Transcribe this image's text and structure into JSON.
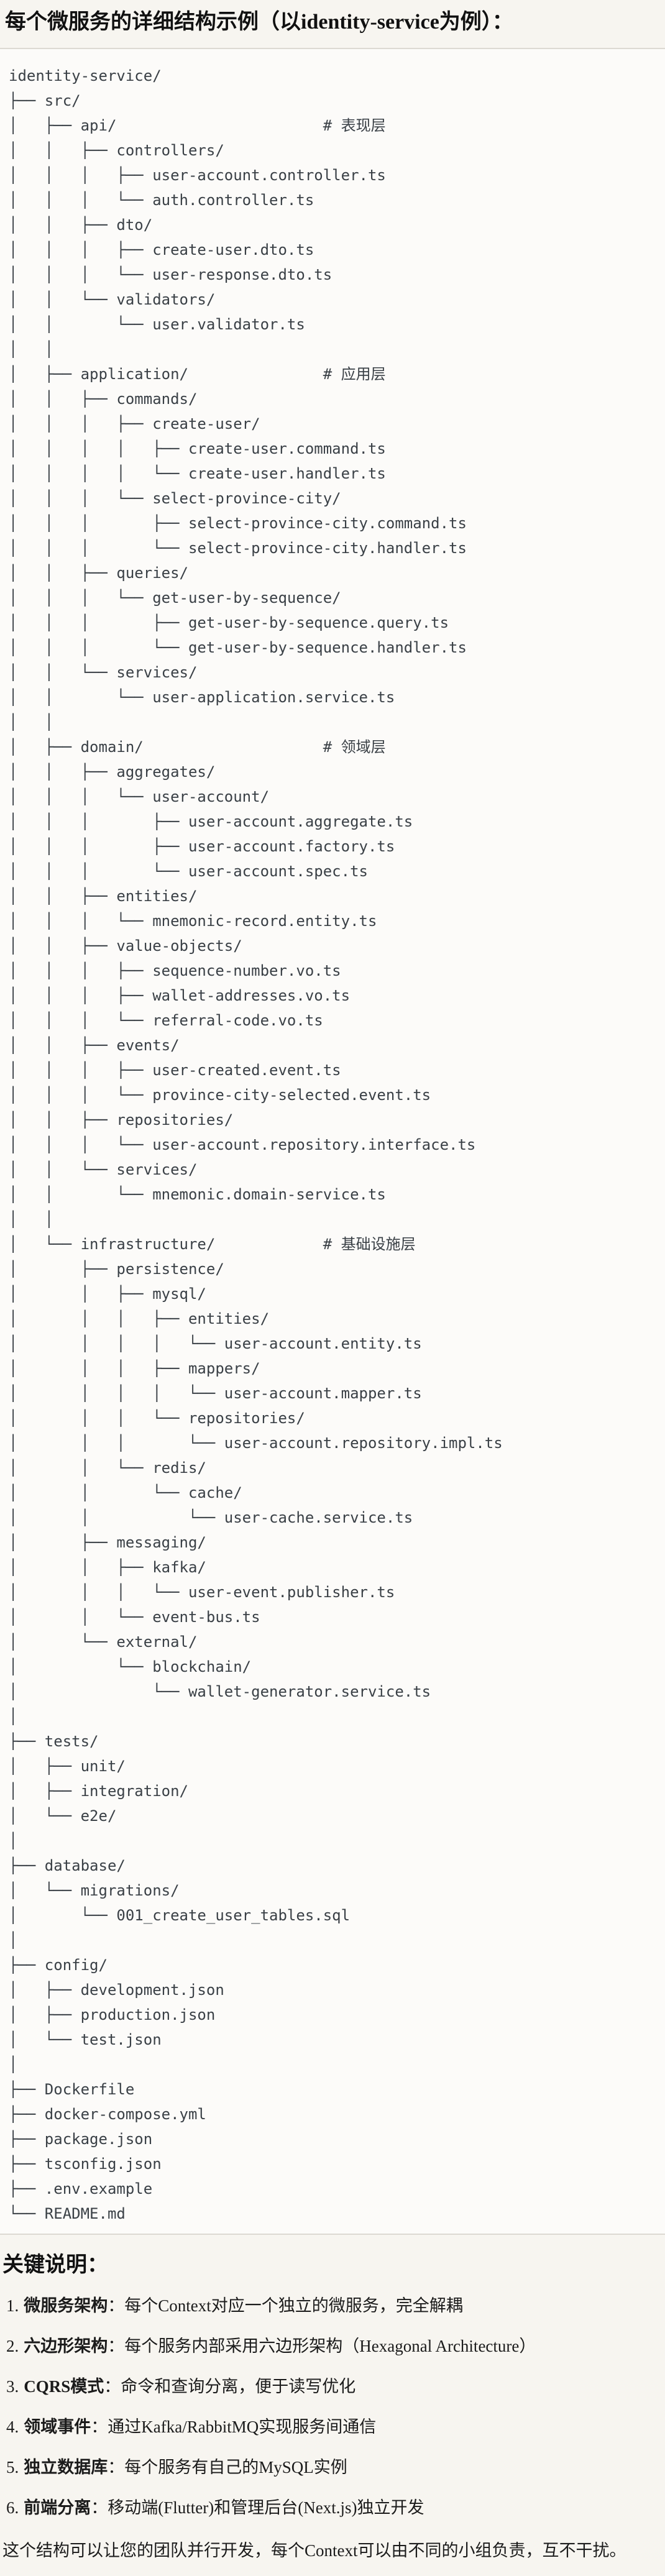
{
  "title": "每个微服务的详细结构示例（以identity-service为例）：",
  "code_tree": {
    "lines": [
      "identity-service/",
      "├── src/",
      "│   ├── api/                       # 表现层",
      "│   │   ├── controllers/",
      "│   │   │   ├── user-account.controller.ts",
      "│   │   │   └── auth.controller.ts",
      "│   │   ├── dto/",
      "│   │   │   ├── create-user.dto.ts",
      "│   │   │   └── user-response.dto.ts",
      "│   │   └── validators/",
      "│   │       └── user.validator.ts",
      "│   │",
      "│   ├── application/               # 应用层",
      "│   │   ├── commands/",
      "│   │   │   ├── create-user/",
      "│   │   │   │   ├── create-user.command.ts",
      "│   │   │   │   └── create-user.handler.ts",
      "│   │   │   └── select-province-city/",
      "│   │   │       ├── select-province-city.command.ts",
      "│   │   │       └── select-province-city.handler.ts",
      "│   │   ├── queries/",
      "│   │   │   └── get-user-by-sequence/",
      "│   │   │       ├── get-user-by-sequence.query.ts",
      "│   │   │       └── get-user-by-sequence.handler.ts",
      "│   │   └── services/",
      "│   │       └── user-application.service.ts",
      "│   │",
      "│   ├── domain/                    # 领域层",
      "│   │   ├── aggregates/",
      "│   │   │   └── user-account/",
      "│   │   │       ├── user-account.aggregate.ts",
      "│   │   │       ├── user-account.factory.ts",
      "│   │   │       └── user-account.spec.ts",
      "│   │   ├── entities/",
      "│   │   │   └── mnemonic-record.entity.ts",
      "│   │   ├── value-objects/",
      "│   │   │   ├── sequence-number.vo.ts",
      "│   │   │   ├── wallet-addresses.vo.ts",
      "│   │   │   └── referral-code.vo.ts",
      "│   │   ├── events/",
      "│   │   │   ├── user-created.event.ts",
      "│   │   │   └── province-city-selected.event.ts",
      "│   │   ├── repositories/",
      "│   │   │   └── user-account.repository.interface.ts",
      "│   │   └── services/",
      "│   │       └── mnemonic.domain-service.ts",
      "│   │",
      "│   └── infrastructure/            # 基础设施层",
      "│       ├── persistence/",
      "│       │   ├── mysql/",
      "│       │   │   ├── entities/",
      "│       │   │   │   └── user-account.entity.ts",
      "│       │   │   ├── mappers/",
      "│       │   │   │   └── user-account.mapper.ts",
      "│       │   │   └── repositories/",
      "│       │   │       └── user-account.repository.impl.ts",
      "│       │   └── redis/",
      "│       │       └── cache/",
      "│       │           └── user-cache.service.ts",
      "│       ├── messaging/",
      "│       │   ├── kafka/",
      "│       │   │   └── user-event.publisher.ts",
      "│       │   └── event-bus.ts",
      "│       └── external/",
      "│           └── blockchain/",
      "│               └── wallet-generator.service.ts",
      "│",
      "├── tests/",
      "│   ├── unit/",
      "│   ├── integration/",
      "│   └── e2e/",
      "│",
      "├── database/",
      "│   └── migrations/",
      "│       └── 001_create_user_tables.sql",
      "│",
      "├── config/",
      "│   ├── development.json",
      "│   ├── production.json",
      "│   └── test.json",
      "│",
      "├── Dockerfile",
      "├── docker-compose.yml",
      "├── package.json",
      "├── tsconfig.json",
      "├── .env.example",
      "└── README.md"
    ]
  },
  "notes": {
    "heading": "关键说明：",
    "items": [
      {
        "num": "1.",
        "label": "微服务架构",
        "sep": "：",
        "text": "每个Context对应一个独立的微服务，完全解耦"
      },
      {
        "num": "2.",
        "label": "六边形架构",
        "sep": "：",
        "text": "每个服务内部采用六边形架构（Hexagonal Architecture）"
      },
      {
        "num": "3.",
        "label": "CQRS模式",
        "sep": "：",
        "text": "命令和查询分离，便于读写优化"
      },
      {
        "num": "4.",
        "label": "领域事件",
        "sep": "：",
        "text": "通过Kafka/RabbitMQ实现服务间通信"
      },
      {
        "num": "5.",
        "label": "独立数据库",
        "sep": "：",
        "text": "每个服务有自己的MySQL实例"
      },
      {
        "num": "6.",
        "label": "前端分离",
        "sep": "：",
        "text": "移动端(Flutter)和管理后台(Next.js)独立开发"
      }
    ]
  },
  "footer": "这个结构可以让您的团队并行开发，每个Context可以由不同的小组负责，互不干扰。"
}
